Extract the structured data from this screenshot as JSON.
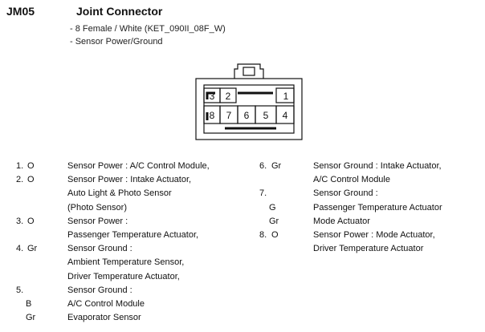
{
  "header": {
    "code": "JM05",
    "title": "Joint Connector",
    "subtitle_lines": [
      "- 8 Female / White (KET_090II_08F_W)",
      "- Sensor Power/Ground"
    ]
  },
  "connector": {
    "pins_top": [
      "3",
      "2",
      "1"
    ],
    "pins_bottom": [
      "8",
      "7",
      "6",
      "5",
      "4"
    ]
  },
  "pin_table": [
    {
      "num": "1.",
      "color": "O",
      "desc": "Sensor Power : A/C Control Module,"
    },
    {
      "num": "2.",
      "color": "O",
      "desc": "Sensor Power : Intake Actuator,"
    },
    {
      "num": "",
      "color": "",
      "desc": "Auto Light & Photo Sensor"
    },
    {
      "num": "",
      "color": "",
      "desc": "(Photo Sensor)"
    },
    {
      "num": "3.",
      "color": "O",
      "desc": "Sensor Power :"
    },
    {
      "num": "",
      "color": "",
      "desc": "Passenger Temperature Actuator,"
    },
    {
      "num": "4.",
      "color": "Gr",
      "desc": "Sensor Ground :"
    },
    {
      "num": "",
      "color": "",
      "desc": "Ambient Temperature Sensor,"
    },
    {
      "num": "",
      "color": "",
      "desc": "Driver Temperature Actuator,"
    },
    {
      "num": "5.",
      "color": "",
      "desc": "Sensor Ground :"
    },
    {
      "num": "",
      "color": "B",
      "desc": "A/C Control Module"
    },
    {
      "num": "",
      "color": "Gr",
      "desc": "Evaporator Sensor"
    },
    {
      "num": "6.",
      "color": "Gr",
      "desc": "Sensor Ground : Intake Actuator,"
    },
    {
      "num": "",
      "color": "",
      "desc": "A/C Control Module"
    },
    {
      "num": "7.",
      "color": "",
      "desc": "Sensor Ground :"
    },
    {
      "num": "",
      "color": "G",
      "desc": "Passenger Temperature Actuator"
    },
    {
      "num": "",
      "color": "Gr",
      "desc": "Mode Actuator"
    },
    {
      "num": "8.",
      "color": "O",
      "desc": "Sensor Power : Mode Actuator,"
    },
    {
      "num": "",
      "color": "",
      "desc": "Driver Temperature Actuator"
    }
  ]
}
